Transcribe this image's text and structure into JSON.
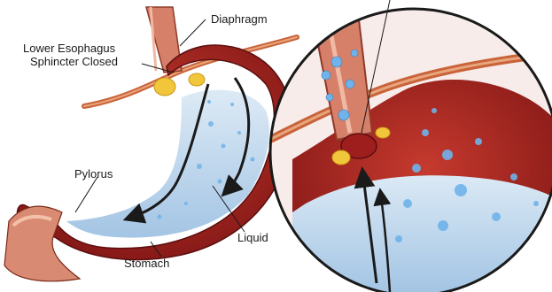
{
  "labels": {
    "diaphragm": "Diaphragm",
    "les_line1": "Lower Esophagus",
    "les_line2": "Sphincter Closed",
    "pylorus": "Pylorus",
    "liquid": "Liquid",
    "stomach": "Stomach"
  },
  "colors": {
    "muscle_dark": "#8e1a1a",
    "muscle": "#c0392b",
    "tissue_light": "#e8a27a",
    "fat": "#f2c63a",
    "liquid": "#a9c9e6",
    "bubble": "#6fb3ea",
    "outline": "#1a1a1a"
  }
}
